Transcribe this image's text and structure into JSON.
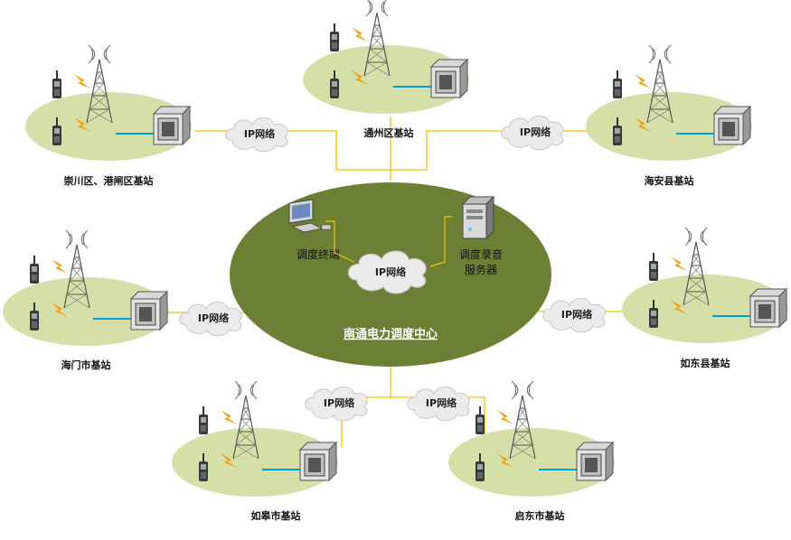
{
  "center": {
    "title": "南通电力调度中心",
    "terminal_label": "调度终端",
    "server_label_line1": "调度录音",
    "server_label_line2": "服务器",
    "network_label": "IP网络"
  },
  "stations": [
    {
      "id": "chongchuan",
      "label": "崇川区、港闸区基站",
      "cloud": "IP网络"
    },
    {
      "id": "tongzhou",
      "label": "通州区基站",
      "cloud": null
    },
    {
      "id": "haian",
      "label": "海安县基站",
      "cloud": "IP网络"
    },
    {
      "id": "haimen",
      "label": "海门市基站",
      "cloud": "IP网络"
    },
    {
      "id": "rudong",
      "label": "如东县基站",
      "cloud": "IP网络"
    },
    {
      "id": "rugao",
      "label": "如皋市基站",
      "cloud": "IP网络"
    },
    {
      "id": "qidong",
      "label": "启东市基站",
      "cloud": "IP网络"
    }
  ],
  "colors": {
    "center_fill": "#6b7f35",
    "station_fill": "#d4e0a8",
    "link_line": "#f2c200",
    "station_link": "#00a0d6",
    "cloud_fill": "#ececec",
    "lightning": "#f4a10a"
  },
  "icons": [
    "cell-tower-icon",
    "walkie-talkie-icon",
    "lightning-icon",
    "base-station-cabinet-icon",
    "computer-terminal-icon",
    "server-icon",
    "cloud-icon"
  ]
}
